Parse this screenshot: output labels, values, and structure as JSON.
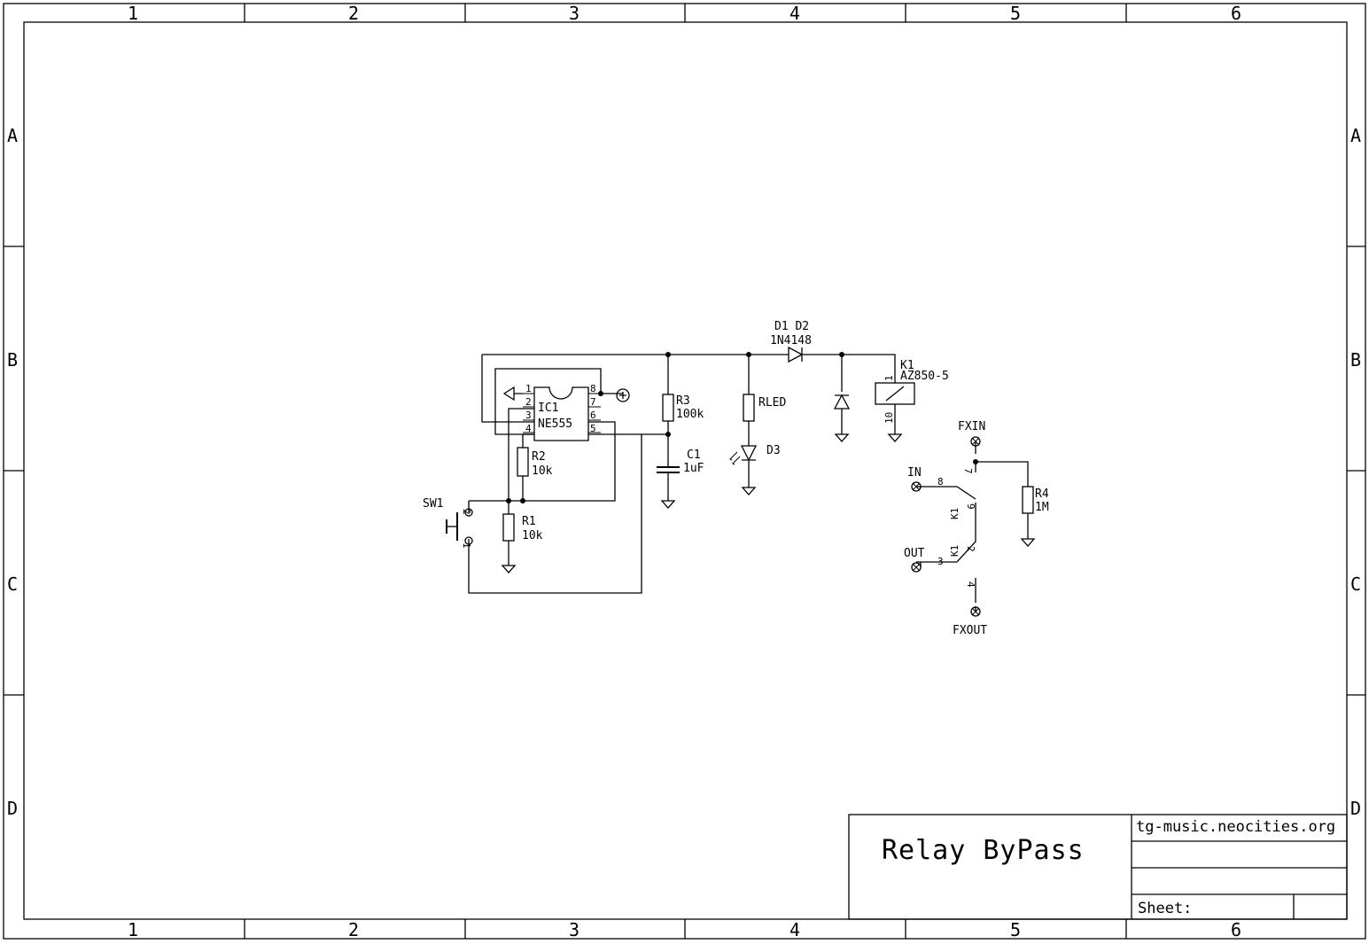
{
  "frame": {
    "columns": [
      "1",
      "2",
      "3",
      "4",
      "5",
      "6"
    ],
    "rows": [
      "A",
      "B",
      "C",
      "D"
    ]
  },
  "title_block": {
    "title": "Relay ByPass",
    "website": "tg-music.neocities.org",
    "sheet_label": "Sheet:"
  },
  "components": {
    "ic1": {
      "ref": "IC1",
      "value": "NE555",
      "pins": [
        "1",
        "2",
        "3",
        "4",
        "8",
        "7",
        "6",
        "5"
      ]
    },
    "r1": {
      "ref": "R1",
      "value": "10k"
    },
    "r2": {
      "ref": "R2",
      "value": "10k"
    },
    "r3": {
      "ref": "R3",
      "value": "100k"
    },
    "r4": {
      "ref": "R4",
      "value": "1M"
    },
    "c1": {
      "ref": "C1",
      "value": "1uF"
    },
    "rled": {
      "ref": "RLED"
    },
    "d3": {
      "ref": "D3"
    },
    "d1d2": {
      "ref": "D1 D2",
      "value": "1N4148"
    },
    "k1": {
      "ref": "K1",
      "value": "AZ850-5",
      "pin_top": "1",
      "pin_bottom": "10"
    },
    "sw1": {
      "ref": "SW1",
      "pin_top": "2",
      "pin_bottom": "1"
    },
    "k1_contact_a": {
      "ref": "K1",
      "pins": [
        "7",
        "8",
        "9"
      ]
    },
    "k1_contact_b": {
      "ref": "K1",
      "pins": [
        "2",
        "3",
        "4"
      ]
    },
    "ports": {
      "fxin": "FXIN",
      "in": "IN",
      "out": "OUT",
      "fxout": "FXOUT"
    }
  }
}
